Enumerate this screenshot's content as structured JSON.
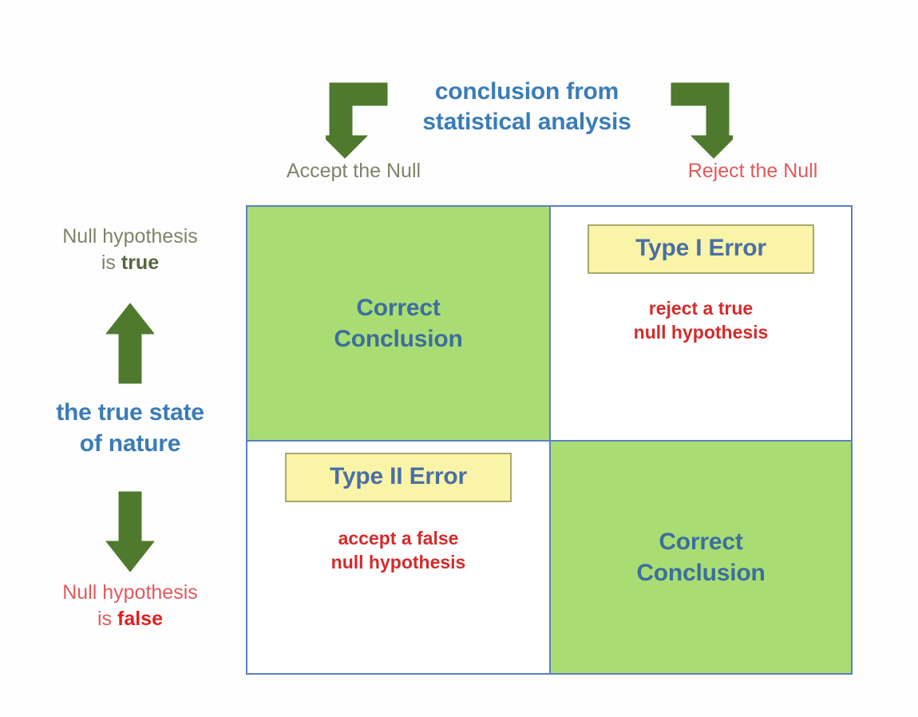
{
  "diagram": {
    "top_title": "conclusion from\nstatistical analysis",
    "side_title": "the true state\nof nature",
    "columns": [
      {
        "id": "accept",
        "label": "Accept the Null",
        "color": "#7e8469",
        "arrow": "elbow-down-right-arrow"
      },
      {
        "id": "reject",
        "label": "Reject the Null",
        "color": "#e05a5a",
        "arrow": "elbow-down-left-arrow"
      }
    ],
    "rows": [
      {
        "id": "null-true",
        "label_prefix": "Null hypothesis\nis ",
        "label_emphasis": "true",
        "color": "#7e8469",
        "arrow": "up-arrow"
      },
      {
        "id": "null-false",
        "label_prefix": "Null hypothesis\nis ",
        "label_emphasis": "false",
        "color": "#e2595c",
        "arrow": "down-arrow"
      }
    ],
    "cells": {
      "top_left": {
        "kind": "correct",
        "title": "Correct\nConclusion",
        "fill": "#a9dd74"
      },
      "top_right": {
        "kind": "error",
        "badge": "Type I Error",
        "description": "reject a true\nnull hypothesis",
        "fill": "#ffffff"
      },
      "bottom_left": {
        "kind": "error",
        "badge": "Type II Error",
        "description": "accept a false\nnull hypothesis",
        "fill": "#ffffff"
      },
      "bottom_right": {
        "kind": "correct",
        "title": "Correct\nConclusion",
        "fill": "#a9dd74"
      }
    },
    "colors": {
      "accent_blue": "#3a7cb8",
      "cell_text_blue": "#3d6e9c",
      "badge_text_blue": "#4a6fa5",
      "grid_border": "#5b7fc4",
      "green_fill": "#a9dd74",
      "yellow_fill": "#faf4a8",
      "yellow_border": "#a8a86a",
      "arrow_green": "#4f7a2d",
      "red": "#d42b2b",
      "olive": "#7e8469"
    }
  }
}
